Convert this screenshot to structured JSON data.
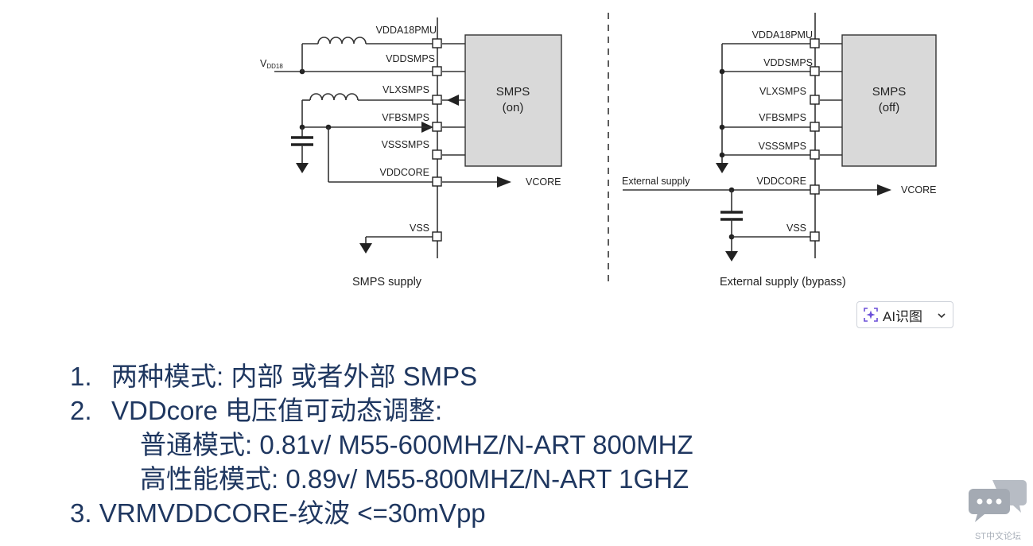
{
  "diagram": {
    "left": {
      "pins": [
        "VDDA18PMU",
        "VDDSMPS",
        "VLXSMPS",
        "VFBSMPS",
        "VSSSMPS",
        "VDDCORE",
        "VSS"
      ],
      "input_label": "V",
      "input_subscript": "DD18",
      "box_line1": "SMPS",
      "box_line2": "(on)",
      "output_label": "VCORE",
      "caption": "SMPS supply"
    },
    "right": {
      "pins": [
        "VDDA18PMU",
        "VDDSMPS",
        "VLXSMPS",
        "VFBSMPS",
        "VSSSMPS",
        "VDDCORE",
        "VSS"
      ],
      "input_label": "External supply",
      "box_line1": "SMPS",
      "box_line2": "(off)",
      "output_label": "VCORE",
      "caption": "External supply (bypass)"
    }
  },
  "ai_button": {
    "label": "AI识图",
    "icon": "sparkle-scan-icon",
    "chevron": "chevron-down-icon"
  },
  "notes": {
    "line1_num": "1.",
    "line1_text": "两种模式: 内部 或者外部 SMPS",
    "line2_num": "2.",
    "line2_text": "VDDcore 电压值可动态调整:",
    "line3_text": "普通模式: 0.81v/ M55-600MHZ/N-ART 800MHZ",
    "line4_text": "高性能模式: 0.89v/ M55-800MHZ/N-ART 1GHZ",
    "line5_text": "3. VRMVDDCORE-纹波 <=30mVpp"
  },
  "watermark": {
    "label": "ST中文论坛",
    "icon": "chat-bubbles-icon"
  },
  "colors": {
    "notes_text": "#1f3760",
    "box_fill": "#d9d9d9",
    "watermark": "#a9b0ba"
  }
}
